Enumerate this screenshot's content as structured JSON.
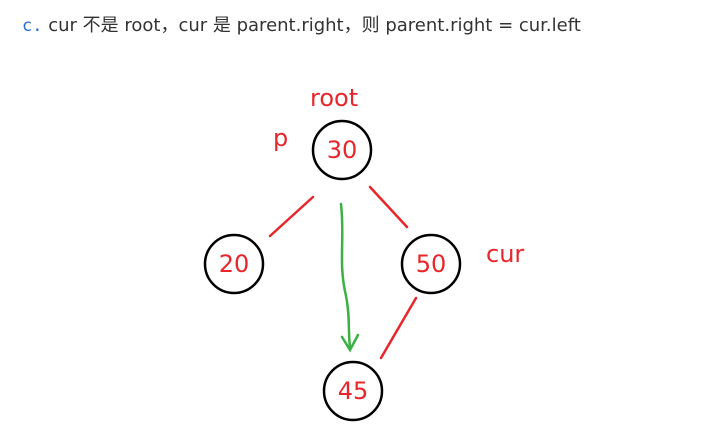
{
  "caption": {
    "marker": "c.",
    "text": "cur 不是 root，cur 是 parent.right，则 parent.right = cur.left"
  },
  "diagram": {
    "nodes": {
      "n30": "30",
      "n20": "20",
      "n50": "50",
      "n45": "45"
    },
    "labels": {
      "root": "root",
      "p": "p",
      "cur": "cur"
    }
  },
  "colors": {
    "node_text": "#e8262b",
    "edge": "#e8262b",
    "arrow": "#3cb043",
    "circle_stroke": "#000000",
    "caption_marker": "#2a6cd6"
  }
}
